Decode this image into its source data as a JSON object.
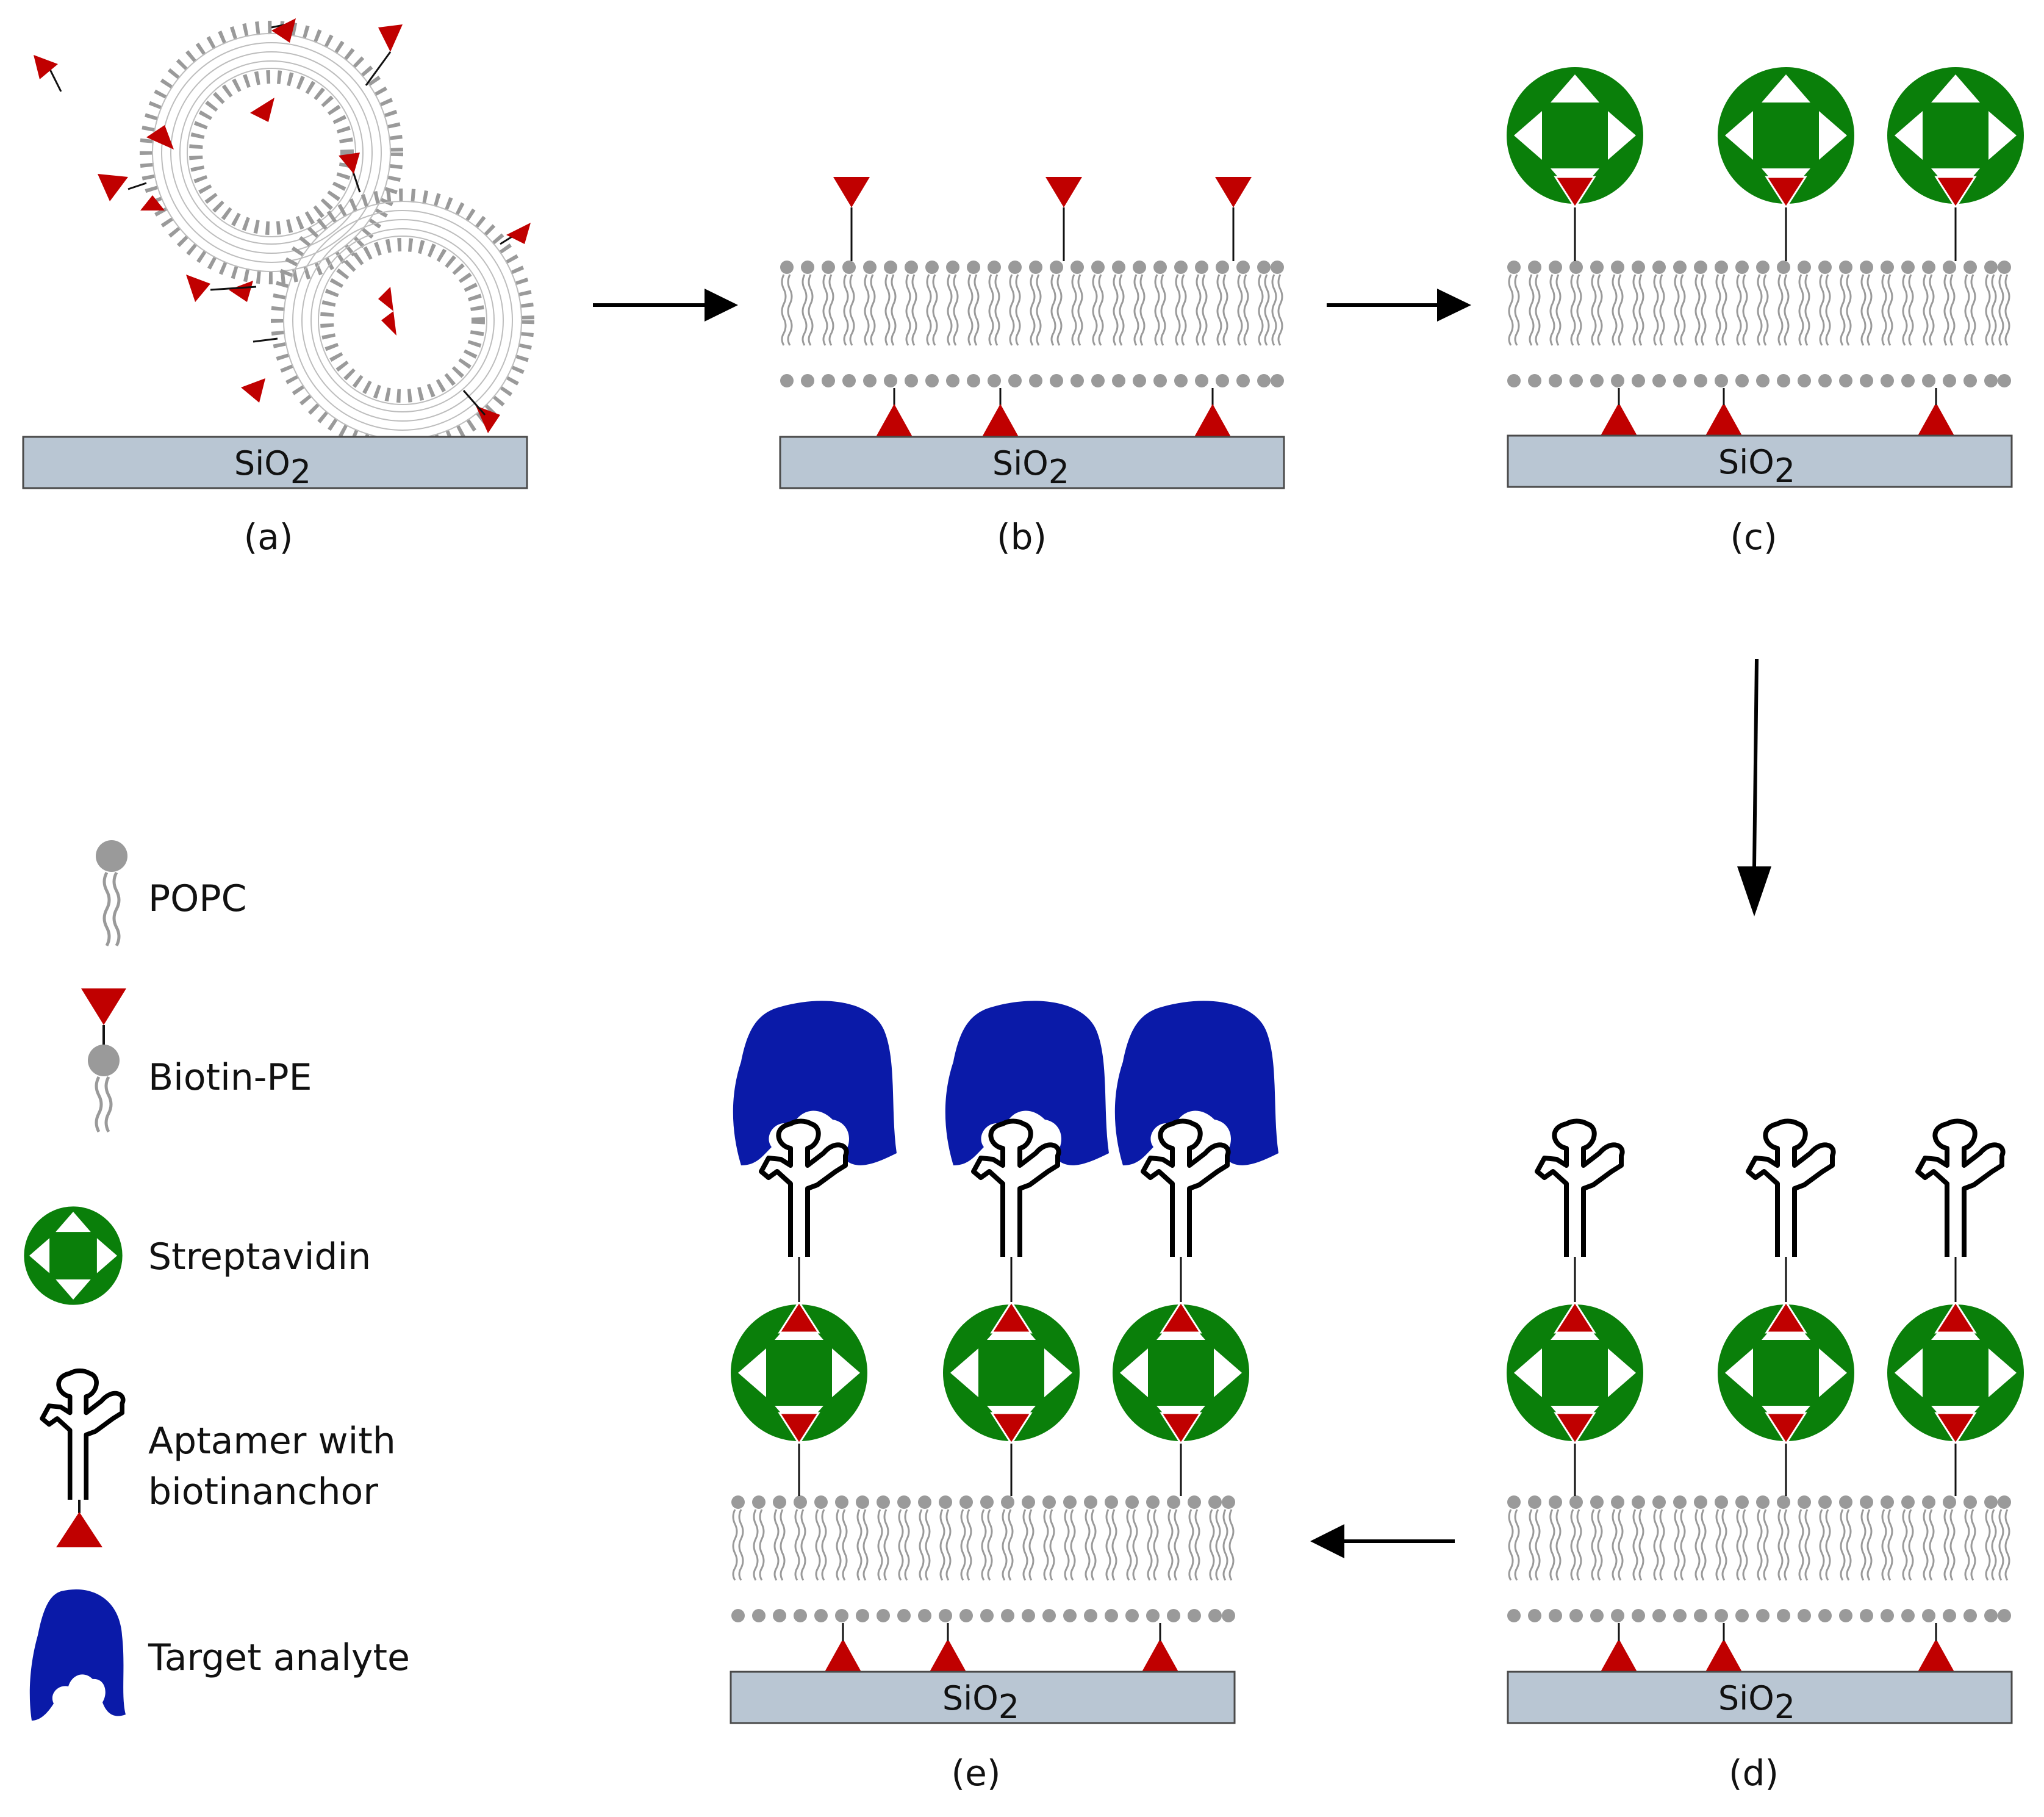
{
  "panels": {
    "a": {
      "caption": "(a)",
      "substrate": {
        "base": "SiO",
        "sub": "2"
      }
    },
    "b": {
      "caption": "(b)",
      "substrate": {
        "base": "SiO",
        "sub": "2"
      }
    },
    "c": {
      "caption": "(c)",
      "substrate": {
        "base": "SiO",
        "sub": "2"
      }
    },
    "d": {
      "caption": "(d)",
      "substrate": {
        "base": "SiO",
        "sub": "2"
      }
    },
    "e": {
      "caption": "(e)",
      "substrate": {
        "base": "SiO",
        "sub": "2"
      }
    }
  },
  "legend": {
    "popc": "POPC",
    "biotin_pe": "Biotin-PE",
    "streptavidin": "Streptavidin",
    "aptamer_line1": "Aptamer with",
    "aptamer_line2": "biotinanchor",
    "target": "Target analyte"
  },
  "colors": {
    "lipid": "#9a9a9a",
    "biotin": "#c00000",
    "streptavidin": "#0a7f0a",
    "analyte": "#0a1aa8",
    "substrate_fill": "#b9c6d3",
    "substrate_stroke": "#4a4a4a",
    "arrow": "#000000"
  },
  "icons": [
    "lipid-icon",
    "biotin-icon",
    "streptavidin-icon",
    "aptamer-icon",
    "analyte-icon",
    "arrow-icon",
    "vesicle-icon"
  ]
}
